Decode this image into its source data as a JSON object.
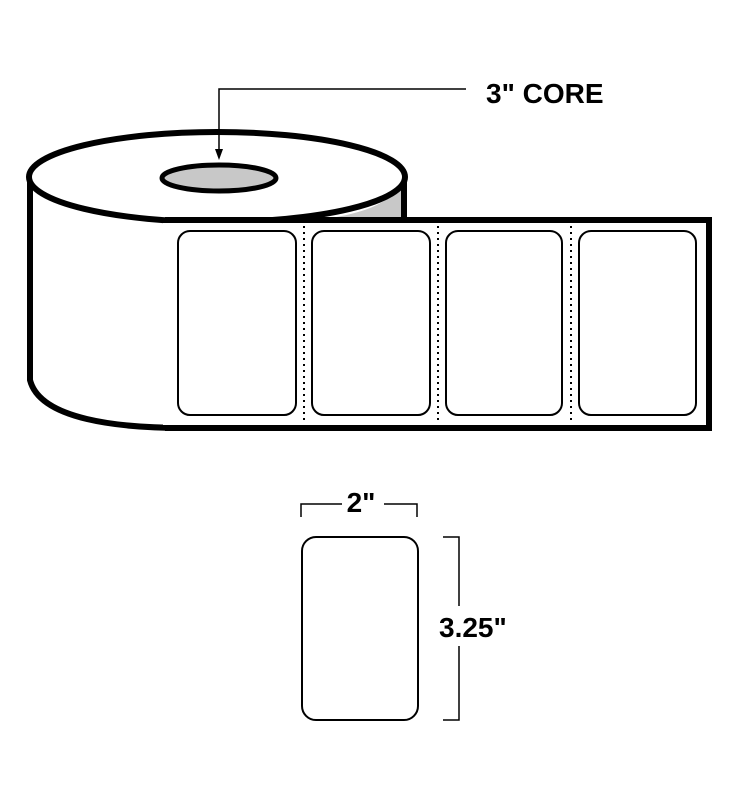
{
  "callout": {
    "core_label": "3\" CORE"
  },
  "roll": {
    "visible_label_count": 4
  },
  "label_detail": {
    "width_label": "2\"",
    "height_label": "3.25\""
  },
  "colors": {
    "outline": "#000000",
    "core_fill": "#c8c8c8",
    "liner_shadow": "#c8c8c8",
    "background": "#ffffff"
  }
}
